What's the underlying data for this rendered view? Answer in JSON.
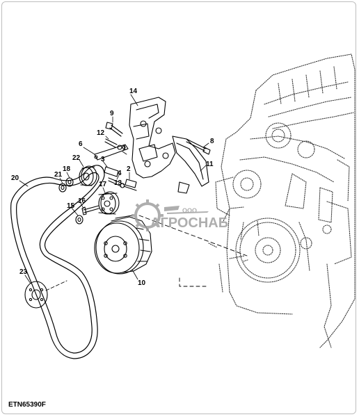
{
  "figure_code": "ETN65390F",
  "watermark": {
    "prefix": "ООО",
    "brand": "АГРОСНАБ",
    "color": "#9a9a9a"
  },
  "callouts": [
    "14",
    "9",
    "12",
    "1",
    "8",
    "6",
    "11",
    "22",
    "3",
    "18",
    "2",
    "20",
    "4",
    "21",
    "13",
    "17",
    "15",
    "16",
    "10",
    "23"
  ]
}
